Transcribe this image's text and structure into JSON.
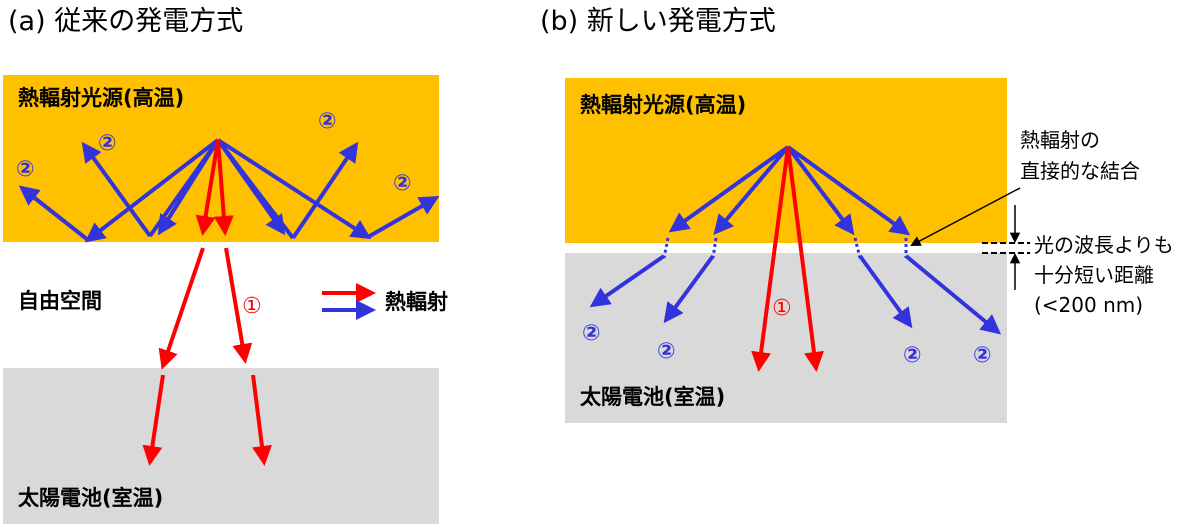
{
  "panel_a": {
    "title": "(a)  従来の発電方式",
    "source_label": "熱輻射光源(高温)",
    "free_space_label": "自由空間",
    "cell_label": "太陽電池(室温)",
    "red_number": "①",
    "blue_number": "②",
    "legend_label": "熱輻射"
  },
  "panel_b": {
    "title": "(b)  新しい発電方式",
    "source_label": "熱輻射光源(高温)",
    "cell_label": "太陽電池(室温)",
    "red_number": "①",
    "blue_number": "②",
    "coupling_note_line1": "熱輻射の",
    "coupling_note_line2": "直接的な結合",
    "gap_note_line1": "光の波長よりも",
    "gap_note_line2": "十分短い距離",
    "gap_note_line3": "(<200 nm)"
  },
  "colors": {
    "source": "#ffc000",
    "cell": "#d9d9d9",
    "red_arrow": "#ff0000",
    "blue_arrow": "#3333dd"
  }
}
